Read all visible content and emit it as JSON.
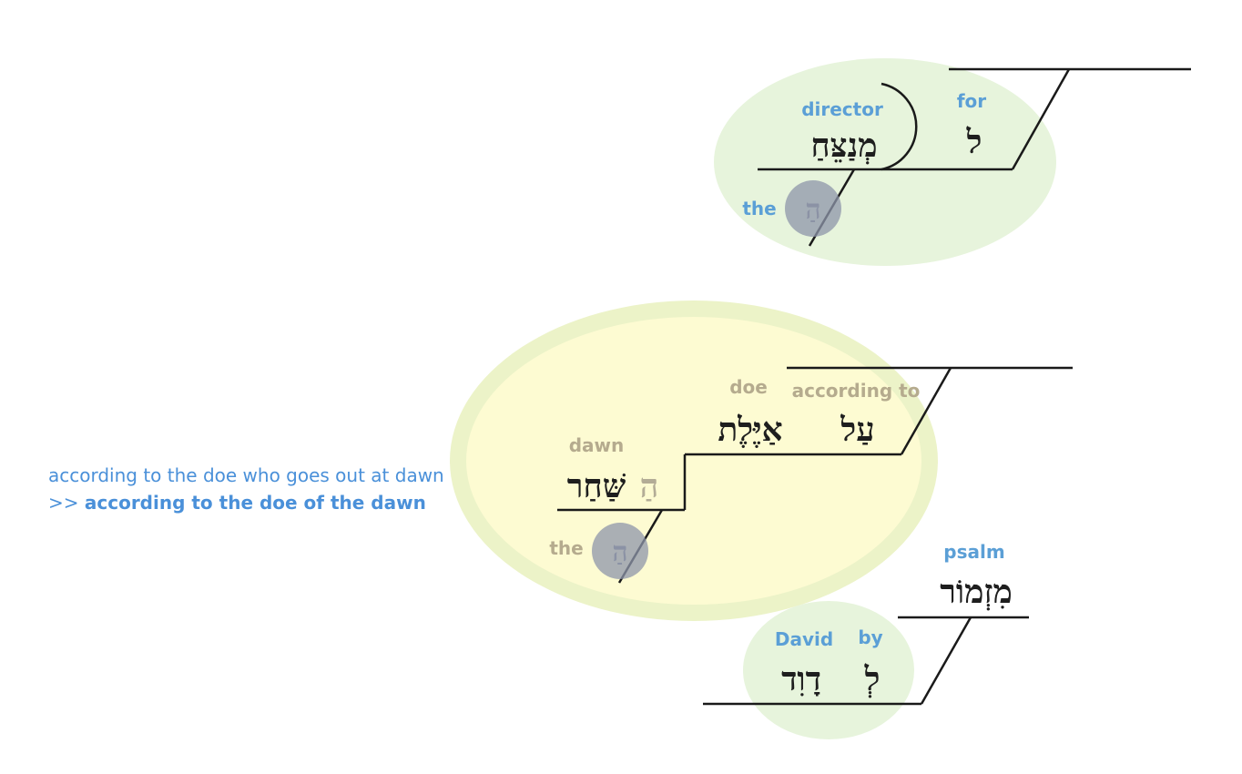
{
  "translation": {
    "literal": "according to the doe who goes out at dawn",
    "prefix": ">>",
    "alternative": "according to the doe of the dawn"
  },
  "clauses": {
    "director": {
      "for_gloss": "for",
      "for_hebrew": "ל",
      "director_gloss": "director",
      "director_hebrew": "מְנַצֵּחַ",
      "article_gloss": "the",
      "article_hebrew": "הַ"
    },
    "doe": {
      "prep_gloss": "according to",
      "prep_hebrew": "עַל",
      "doe_gloss": "doe",
      "doe_hebrew": "אַיֶּלֶת",
      "dawn_gloss": "dawn",
      "dawn_hebrew": "שַּׁחַר",
      "dawn_article_hebrew": "הַ",
      "article_gloss": "the",
      "article_hebrew": "הַ"
    },
    "psalm": {
      "psalm_gloss": "psalm",
      "psalm_hebrew": "מִזְמוֹר",
      "by_gloss": "by",
      "by_hebrew": "לְ",
      "david_gloss": "David",
      "david_hebrew": "דָוִד"
    }
  },
  "colors": {
    "gloss_blue": "#5b9fd6",
    "gloss_tan": "#b5ab8e",
    "bubble_green": "#e7f4dc",
    "bubble_yellow": "#fdfbd2",
    "bubble_yellow_ring": "#ecf3c8",
    "article_circle": "#8e95aa"
  }
}
